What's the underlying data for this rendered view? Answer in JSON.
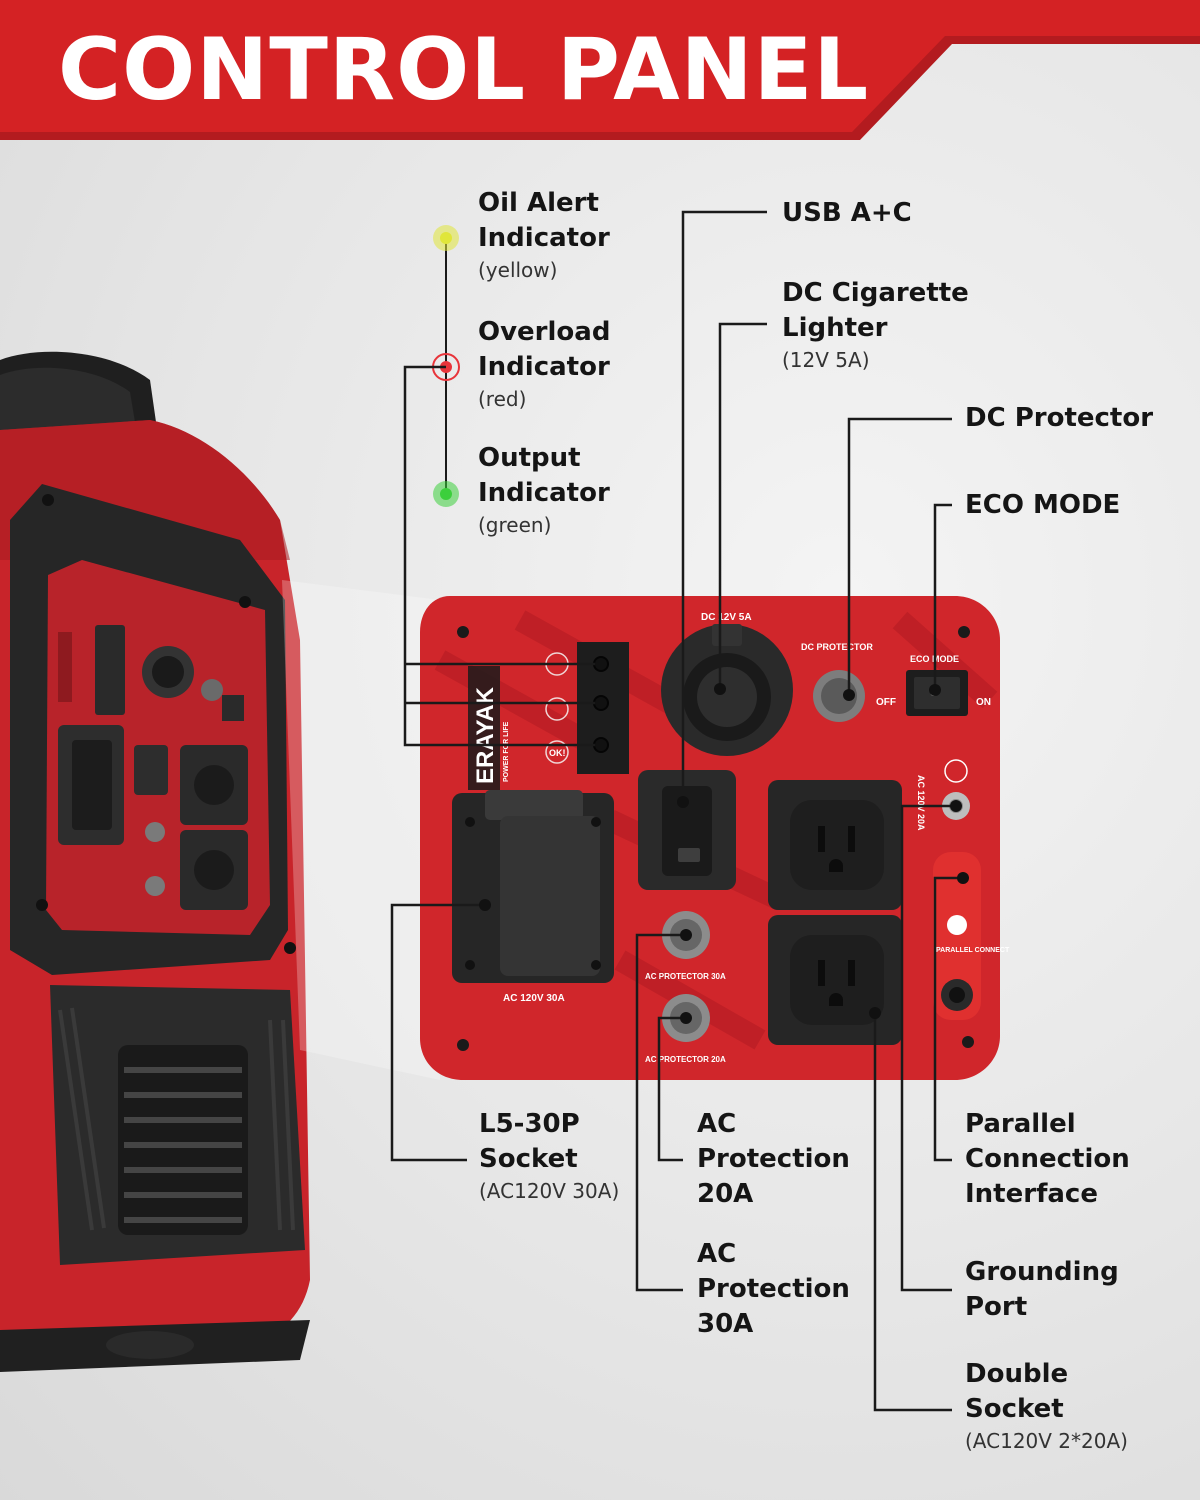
{
  "header": {
    "title": "CONTROL PANEL",
    "band_color": "#d42224"
  },
  "colors": {
    "generator_red": "#c8242a",
    "panel_red": "#d0262b",
    "indicator_yellow": "#e0e63a",
    "indicator_red": "#e8343a",
    "indicator_green": "#3ccf3c"
  },
  "callouts": {
    "oil_alert": {
      "label": "Oil Alert\nIndicator",
      "sub": "(yellow)"
    },
    "overload": {
      "label": "Overload\nIndicator",
      "sub": "(red)"
    },
    "output": {
      "label": "Output\nIndicator",
      "sub": "(green)"
    },
    "usb": {
      "label": "USB A+C"
    },
    "dc_lighter": {
      "label": "DC Cigarette\nLighter",
      "sub": "(12V 5A)"
    },
    "dc_protector": {
      "label": "DC Protector"
    },
    "eco_mode": {
      "label": "ECO MODE"
    },
    "l5_30p": {
      "label": "L5-30P\nSocket",
      "sub": "(AC120V 30A)"
    },
    "ac_prot_20": {
      "label": "AC\nProtection\n20A"
    },
    "ac_prot_30": {
      "label": "AC\nProtection\n30A"
    },
    "parallel": {
      "label": "Parallel\nConnection\nInterface"
    },
    "grounding": {
      "label": "Grounding\nPort"
    },
    "double_socket": {
      "label": "Double\nSocket",
      "sub": "(AC120V 2*20A)"
    }
  },
  "panel": {
    "brand": "ERAYAK",
    "brand_sub": "POWER FOR LIFE",
    "dc_label": "DC 12V 5A",
    "dc_protector_label": "DC PROTECTOR",
    "off_label": "OFF",
    "eco_label": "ECO MODE",
    "on_label": "ON",
    "ac30_label": "AC 120V 30A",
    "ac_protector_30_label": "AC PROTECTOR 30A",
    "ac_protector_20_label": "AC PROTECTOR 20A",
    "ac20_label": "AC 120V 20A",
    "parallel_label": "PARALLEL\nCONNECT",
    "ok_label": "OK!"
  }
}
